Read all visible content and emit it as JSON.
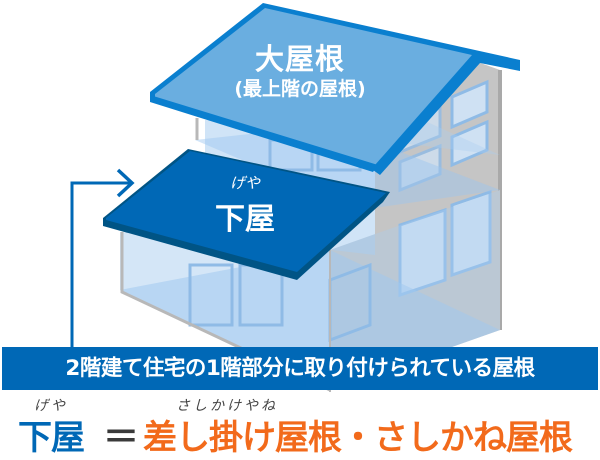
{
  "diagram": {
    "title": "大屋根と下屋の説明図",
    "type": "house-illustration",
    "colors": {
      "upper_roof_fill": "#6aaee0",
      "upper_roof_edge": "#0a7fcf",
      "lower_roof_fill": "#0068b6",
      "lower_roof_edge": "#005485",
      "wall_gray": "#c5c5c5",
      "glass_blue": "#bcd8f2",
      "banner_bg": "#0068b6",
      "accent_orange": "#f26a1b",
      "arrow_blue": "#0068b6"
    }
  },
  "upper_roof": {
    "label": "大屋根",
    "sublabel": "(最上階の屋根)"
  },
  "lower_roof": {
    "ruby": "げや",
    "label": "下屋"
  },
  "banner": {
    "text": "2階建て住宅の1階部分に取り付けられている屋根"
  },
  "definition": {
    "term_ruby": "げや",
    "term": "下屋",
    "equals": "＝",
    "synonym_ruby": "さしかけやね",
    "synonym": "差し掛け屋根・さしかね屋根"
  }
}
